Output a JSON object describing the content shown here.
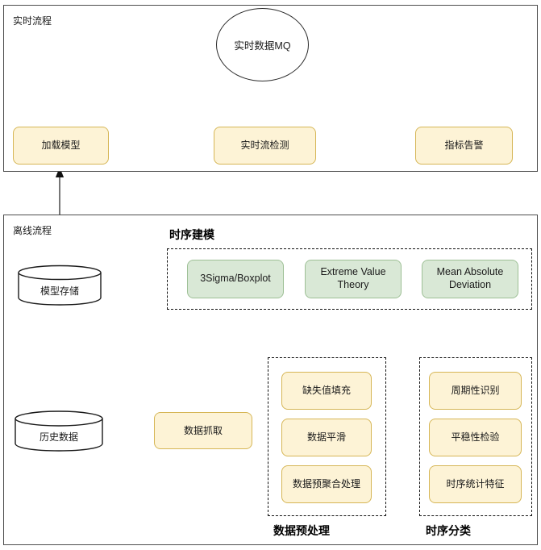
{
  "diagram": {
    "title_realtime": "实时流程",
    "title_offline": "离线流程"
  },
  "realtime_lane": {
    "label": "实时流程",
    "source_mq": "实时数据MQ",
    "nodes": [
      {
        "id": "load-model",
        "label": "加载模型"
      },
      {
        "id": "stream-detect",
        "label": "实时流检测"
      },
      {
        "id": "metric-alert",
        "label": "指标告警"
      }
    ]
  },
  "offline_lane": {
    "label": "离线流程",
    "model_store": "模型存储",
    "history_store": "历史数据",
    "fetch_node": "数据抓取",
    "groups": [
      {
        "id": "ts-modeling",
        "title": "时序建模",
        "title_position": "top",
        "color": "green",
        "items": [
          {
            "label": "3Sigma/Boxplot"
          },
          {
            "label": "Extreme Value Theory"
          },
          {
            "label": "Mean Absolute Deviation"
          }
        ]
      },
      {
        "id": "data-preprocess",
        "title": "数据预处理",
        "title_position": "bottom",
        "color": "yellow",
        "items": [
          {
            "label": "缺失值填充"
          },
          {
            "label": "数据平滑"
          },
          {
            "label": "数据预聚合处理"
          }
        ]
      },
      {
        "id": "ts-classify",
        "title": "时序分类",
        "title_position": "bottom",
        "color": "yellow",
        "items": [
          {
            "label": "周期性识别"
          },
          {
            "label": "平稳性检验"
          },
          {
            "label": "时序统计特征"
          }
        ]
      }
    ]
  },
  "colors": {
    "yellow_fill": "#fdf3d6",
    "yellow_stroke": "#d6b656",
    "green_fill": "#d9e8d6",
    "green_stroke": "#9ec096",
    "lane_stroke": "#4d4d4d",
    "arrow_gray": "#666666",
    "arrow_black": "#000000",
    "dashed_stroke": "#111111"
  }
}
